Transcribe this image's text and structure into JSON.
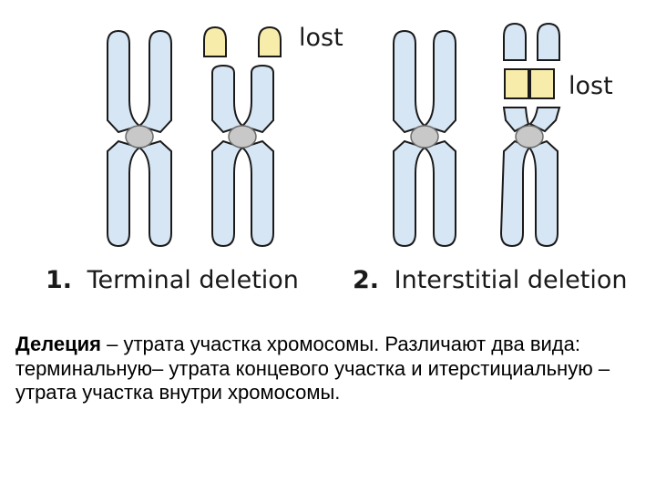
{
  "diagram": {
    "labels": {
      "lost_terminal": "lost",
      "lost_interstitial": "lost"
    },
    "captions": {
      "terminal_number": "1.",
      "terminal_text": "Terminal deletion",
      "interstitial_number": "2.",
      "interstitial_text": "Interstitial deletion"
    },
    "colors": {
      "chromosome_fill": "#d6e6f5",
      "lost_fill": "#f8ecaa",
      "centromere_fill": "#c8c8c8",
      "outline": "#1a1a1a"
    }
  },
  "description": {
    "term": "Делеция",
    "text": " – утрата участка хромосомы. Различают два вида: терминальную– утрата концевого участка и итерстициальную – утрата участка внутри хромосомы."
  }
}
